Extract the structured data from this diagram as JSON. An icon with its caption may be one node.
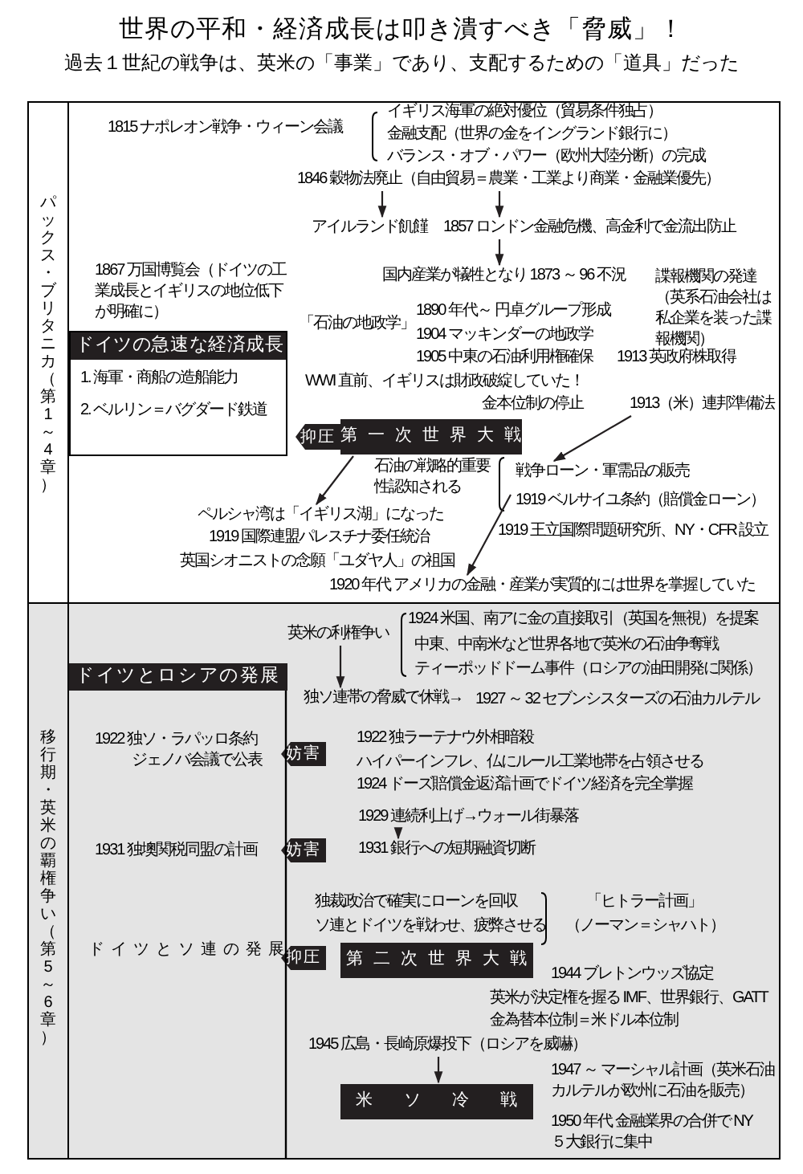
{
  "diagram": {
    "title": "世界の平和・経済成長は叩き潰すべき「脅威」！",
    "nodes": [
      {
        "text": [
          "パックス・ブリタニカ（第1～4章）"
        ]
      },
      {
        "text": [
          "移行期・英米の覇権争い（第5～6章）"
        ]
      },
      {
        "text": [
          "ドイツの急速な経済成長",
          "1. 海軍・商船の造船能力",
          "2. ベルリン＝バグダード鉄道"
        ],
        "in": 0
      },
      {
        "text": [
          "第一次世界大戦"
        ],
        "in": 0
      },
      {
        "text": [
          "抑圧"
        ],
        "in": 0
      },
      {
        "text": [
          "1846 穀物法廃止（自由貿易＝農業・工業より商業・金融業優先）"
        ],
        "in": 0
      },
      {
        "text": [
          "アイルランド飢饉"
        ],
        "in": 0
      },
      {
        "text": [
          "1857 ロンドン金融危機、高金利で金流出防止"
        ],
        "in": 0
      },
      {
        "text": [
          "国内産業が犠牲となり 1873 ～ 96 不況"
        ],
        "in": 0
      },
      {
        "text": [
          "1913（米）連邦準備法"
        ],
        "in": 0
      },
      {
        "text": [
          "戦争ローン・軍需品の販売"
        ],
        "in": 0
      },
      {
        "text": [
          "ペルシャ湾は「イギリス湖」になった"
        ],
        "in": 0
      },
      {
        "text": [
          "1919 ベルサイユ条約（賠償金ローン）"
        ],
        "in": 0
      },
      {
        "text": [
          "1920 年代 アメリカの金融・産業が実質的には世界を掌握していた"
        ],
        "in": 0
      },
      {
        "text": [
          "ドイツとロシアの発展"
        ],
        "in": 1
      },
      {
        "text": [
          "英米の利権争い"
        ],
        "in": 1
      },
      {
        "text": [
          "独ソ連帯の脅威で休戦→"
        ],
        "in": 1
      },
      {
        "text": [
          "妨害"
        ],
        "in": 1
      },
      {
        "text": [
          "妨害"
        ],
        "in": 1
      },
      {
        "text": [
          "1929 連続利上げ→ウォール街暴落"
        ],
        "in": 1
      },
      {
        "text": [
          "1931 銀行への短期融資切断"
        ],
        "in": 1
      },
      {
        "text": [
          "抑圧"
        ],
        "in": 1
      },
      {
        "text": [
          "第二次世界大戦"
        ],
        "in": 1
      },
      {
        "text": [
          "1945 広島・長崎原爆投下（ロシアを威嚇）"
        ],
        "in": 1
      },
      {
        "text": [
          "米ソ冷戦"
        ],
        "in": 1
      }
    ],
    "edges": [
      {
        "from": 5,
        "to": 6,
        "arrow": "to"
      },
      {
        "from": 5,
        "to": 7,
        "arrow": "to"
      },
      {
        "from": 7,
        "to": 8,
        "arrow": "to"
      },
      {
        "from": 9,
        "to": 10,
        "arrow": "to"
      },
      {
        "from": 3,
        "to": 11,
        "arrow": "to"
      },
      {
        "from": 12,
        "to": 13,
        "arrow": "to"
      },
      {
        "from": 15,
        "to": 16,
        "arrow": "to"
      },
      {
        "from": 19,
        "to": 20,
        "arrow": "to"
      },
      {
        "from": 23,
        "to": 24,
        "arrow": "to"
      }
    ],
    "labels": [
      "過去１世紀の戦争は、英米の「事業」であり、支配するための「道具」だった",
      "1815 ナポレオン戦争・ウィーン会議",
      "イギリス海軍の絶対優位（貿易条件独占）",
      "金融支配（世界の金をイングランド銀行に）",
      "バランス・オブ・パワー（欧州大陸分断）の完成",
      "1867 万国博覧会（ドイツの工業成長とイギリスの地位低下が明確に）",
      "諜報機関の発達（英系石油会社は私企業を装った諜報機関）",
      "「石油の地政学」",
      "1890 年代～ 円卓グループ形成",
      "1904 マッキンダーの地政学",
      "1905 中東の石油利用権確保",
      "1913 英政府株取得",
      "WWI 直前、イギリスは財政破綻していた！",
      "金本位制の停止",
      "石油の戦略的重要性認知される",
      "1919 王立国際問題研究所、NY・CFR 設立",
      "1919 国際連盟パレスチナ委任統治",
      "英国シオニストの念願「ユダヤ人」の祖国",
      "1924 米国、南アに金の直接取引（英国を無視）を提案",
      "中東、中南米など世界各地で英米の石油争奪戦",
      "ティーポッドドーム事件（ロシアの油田開発に関係）",
      "1927 ～ 32 セブンシスターズの石油カルテル",
      "1922 独ソ・ラパッロ条約",
      "ジェノバ会議で公表",
      "1922 独ラーテナウ外相暗殺",
      "ハイパーインフレ、仏にルール工業地帯を占領させる",
      "1924 ドーズ賠償金返済計画でドイツ経済を完全掌握",
      "1931 独墺関税同盟の計画",
      "独裁政治で確実にローンを回収",
      "ソ連とドイツを戦わせ、疲弊させる",
      "「ヒトラー計画」",
      "（ノーマン＝シャハト）",
      "ドイツとソ連の発展",
      "1944 ブレトンウッズ協定",
      "英米が決定権を握る IMF、世界銀行、GATT",
      "金為替本位制＝米ドル本位制",
      "1947 ～ マーシャル計画（英米石油カルテルが欧州に石油を販売）",
      "1950 年代 金融業界の合併で NY ５大銀行に集中"
    ]
  }
}
